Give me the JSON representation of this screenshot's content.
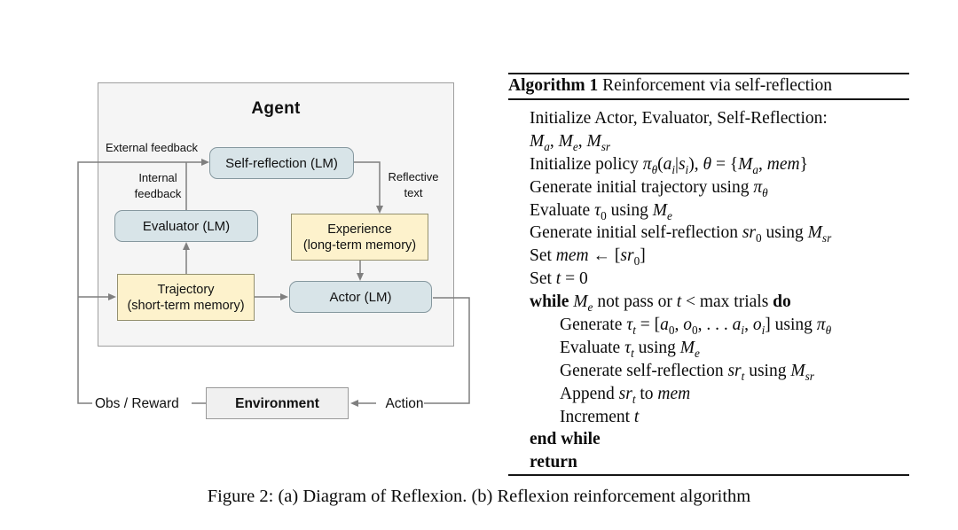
{
  "figure": {
    "caption": "Figure 2: (a) Diagram of Reflexion. (b) Reflexion reinforcement algorithm"
  },
  "diagram": {
    "agent_label": "Agent",
    "boxes": {
      "self_reflection": "Self-reflection (LM)",
      "evaluator": "Evaluator (LM)",
      "experience_line1": "Experience",
      "experience_line2": "(long-term memory)",
      "trajectory_line1": "Trajectory",
      "trajectory_line2": "(short-term memory)",
      "actor": "Actor (LM)",
      "environment": "Environment"
    },
    "labels": {
      "external_feedback": "External feedback",
      "internal_feedback": "Internal feedback",
      "reflective_text": "Reflective text",
      "obs_reward": "Obs / Reward",
      "action": "Action"
    },
    "colors": {
      "lm_box_fill": "#d8e4e8",
      "lm_box_border": "#86989f",
      "memory_box_fill": "#fdf2cc",
      "memory_box_border": "#94906f",
      "frame_fill": "#f5f5f5",
      "frame_border": "#9e9e9e",
      "env_fill": "#f0f0f0",
      "env_border": "#999999",
      "arrow": "#7f7f7f"
    }
  },
  "algorithm": {
    "title_bold": "Algorithm 1",
    "title_rest": " Reinforcement via self-reflection",
    "lines": [
      {
        "indent": 1,
        "parts": [
          {
            "t": "Initialize Actor, Evaluator, Self-Reflection:",
            "s": "n"
          }
        ]
      },
      {
        "indent": 1,
        "parts": [
          {
            "t": "M",
            "s": "i"
          },
          {
            "t": "a",
            "s": "sub"
          },
          {
            "t": ", ",
            "s": "n"
          },
          {
            "t": "M",
            "s": "i"
          },
          {
            "t": "e",
            "s": "sub"
          },
          {
            "t": ", ",
            "s": "n"
          },
          {
            "t": "M",
            "s": "i"
          },
          {
            "t": "sr",
            "s": "sub"
          }
        ]
      },
      {
        "indent": 1,
        "parts": [
          {
            "t": "Initialize policy ",
            "s": "n"
          },
          {
            "t": "π",
            "s": "i"
          },
          {
            "t": "θ",
            "s": "sub"
          },
          {
            "t": "(",
            "s": "n"
          },
          {
            "t": "a",
            "s": "i"
          },
          {
            "t": "i",
            "s": "sub"
          },
          {
            "t": "|",
            "s": "n"
          },
          {
            "t": "s",
            "s": "i"
          },
          {
            "t": "i",
            "s": "sub"
          },
          {
            "t": "), ",
            "s": "n"
          },
          {
            "t": "θ",
            "s": "i"
          },
          {
            "t": " = {",
            "s": "n"
          },
          {
            "t": "M",
            "s": "i"
          },
          {
            "t": "a",
            "s": "sub"
          },
          {
            "t": ", ",
            "s": "n"
          },
          {
            "t": "mem",
            "s": "i"
          },
          {
            "t": "}",
            "s": "n"
          }
        ]
      },
      {
        "indent": 1,
        "parts": [
          {
            "t": "Generate initial trajectory using ",
            "s": "n"
          },
          {
            "t": "π",
            "s": "i"
          },
          {
            "t": "θ",
            "s": "sub"
          }
        ]
      },
      {
        "indent": 1,
        "parts": [
          {
            "t": "Evaluate ",
            "s": "n"
          },
          {
            "t": "τ",
            "s": "i"
          },
          {
            "t": "0",
            "s": "subn"
          },
          {
            "t": " using ",
            "s": "n"
          },
          {
            "t": "M",
            "s": "i"
          },
          {
            "t": "e",
            "s": "sub"
          }
        ]
      },
      {
        "indent": 1,
        "parts": [
          {
            "t": "Generate initial self-reflection ",
            "s": "n"
          },
          {
            "t": "sr",
            "s": "i"
          },
          {
            "t": "0",
            "s": "subn"
          },
          {
            "t": " using ",
            "s": "n"
          },
          {
            "t": "M",
            "s": "i"
          },
          {
            "t": "sr",
            "s": "sub"
          }
        ]
      },
      {
        "indent": 1,
        "parts": [
          {
            "t": "Set ",
            "s": "n"
          },
          {
            "t": "mem",
            "s": "i"
          },
          {
            "t": " ← [",
            "s": "n"
          },
          {
            "t": "sr",
            "s": "i"
          },
          {
            "t": "0",
            "s": "subn"
          },
          {
            "t": "]",
            "s": "n"
          }
        ]
      },
      {
        "indent": 1,
        "parts": [
          {
            "t": "Set ",
            "s": "n"
          },
          {
            "t": "t",
            "s": "i"
          },
          {
            "t": " = 0",
            "s": "n"
          }
        ]
      },
      {
        "indent": 1,
        "parts": [
          {
            "t": "while",
            "s": "b"
          },
          {
            "t": " ",
            "s": "n"
          },
          {
            "t": "M",
            "s": "i"
          },
          {
            "t": "e",
            "s": "sub"
          },
          {
            "t": " not pass or ",
            "s": "n"
          },
          {
            "t": "t",
            "s": "i"
          },
          {
            "t": " < max trials ",
            "s": "n"
          },
          {
            "t": "do",
            "s": "b"
          }
        ]
      },
      {
        "indent": 2,
        "parts": [
          {
            "t": "Generate ",
            "s": "n"
          },
          {
            "t": "τ",
            "s": "i"
          },
          {
            "t": "t",
            "s": "sub"
          },
          {
            "t": " = [",
            "s": "n"
          },
          {
            "t": "a",
            "s": "i"
          },
          {
            "t": "0",
            "s": "subn"
          },
          {
            "t": ", ",
            "s": "n"
          },
          {
            "t": "o",
            "s": "i"
          },
          {
            "t": "0",
            "s": "subn"
          },
          {
            "t": ", . . . ",
            "s": "n"
          },
          {
            "t": "a",
            "s": "i"
          },
          {
            "t": "i",
            "s": "sub"
          },
          {
            "t": ", ",
            "s": "n"
          },
          {
            "t": "o",
            "s": "i"
          },
          {
            "t": "i",
            "s": "sub"
          },
          {
            "t": "] using ",
            "s": "n"
          },
          {
            "t": "π",
            "s": "i"
          },
          {
            "t": "θ",
            "s": "sub"
          }
        ]
      },
      {
        "indent": 2,
        "parts": [
          {
            "t": "Evaluate ",
            "s": "n"
          },
          {
            "t": "τ",
            "s": "i"
          },
          {
            "t": "t",
            "s": "sub"
          },
          {
            "t": " using ",
            "s": "n"
          },
          {
            "t": "M",
            "s": "i"
          },
          {
            "t": "e",
            "s": "sub"
          }
        ]
      },
      {
        "indent": 2,
        "parts": [
          {
            "t": "Generate self-reflection ",
            "s": "n"
          },
          {
            "t": "sr",
            "s": "i"
          },
          {
            "t": "t",
            "s": "sub"
          },
          {
            "t": " using ",
            "s": "n"
          },
          {
            "t": "M",
            "s": "i"
          },
          {
            "t": "sr",
            "s": "sub"
          }
        ]
      },
      {
        "indent": 2,
        "parts": [
          {
            "t": "Append ",
            "s": "n"
          },
          {
            "t": "sr",
            "s": "i"
          },
          {
            "t": "t",
            "s": "sub"
          },
          {
            "t": " to ",
            "s": "n"
          },
          {
            "t": "mem",
            "s": "i"
          }
        ]
      },
      {
        "indent": 2,
        "parts": [
          {
            "t": "Increment ",
            "s": "n"
          },
          {
            "t": "t",
            "s": "i"
          }
        ]
      },
      {
        "indent": 1,
        "parts": [
          {
            "t": "end while",
            "s": "b"
          }
        ]
      },
      {
        "indent": 1,
        "parts": [
          {
            "t": "return",
            "s": "b"
          }
        ]
      }
    ]
  }
}
